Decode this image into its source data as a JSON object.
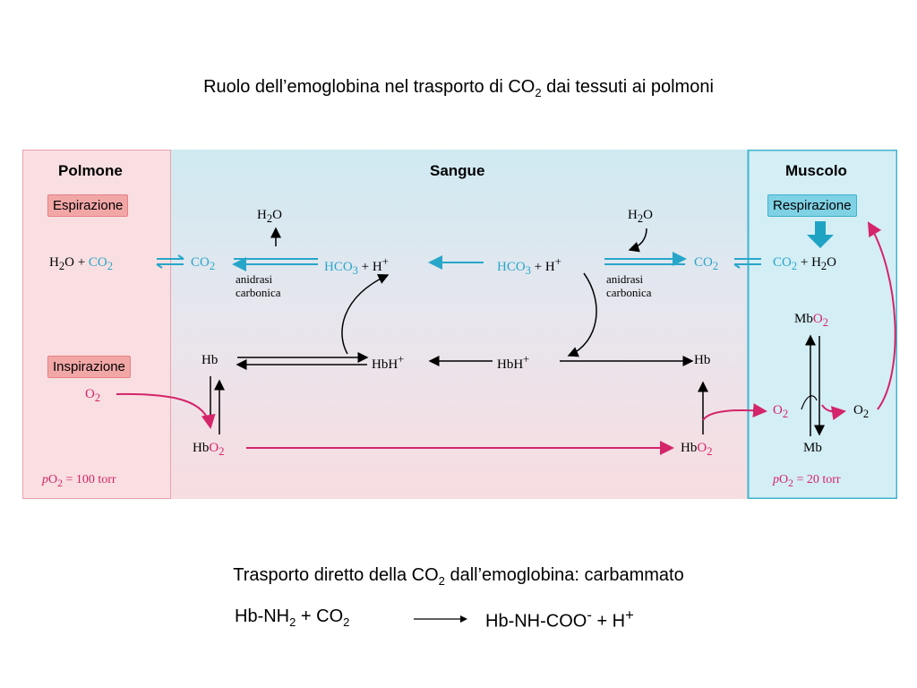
{
  "title": {
    "text": "Ruolo dell’emoglobina nel trasporto di CO",
    "sub": "2",
    "tail": " dai tessuti ai polmoni"
  },
  "sections": {
    "lung": "Polmone",
    "blood": "Sangue",
    "muscle": "Muscolo"
  },
  "boxes": {
    "expiration": "Espirazione",
    "inspiration": "Inspirazione",
    "respiration": "Respirazione"
  },
  "enzyme": {
    "left": "anidrasi carbonica",
    "right": "anidrasi carbonica"
  },
  "species": {
    "h2o": "H",
    "two": "2",
    "o": "O",
    "co2": "CO",
    "plus": "+",
    "hco3": "HCO",
    "three": "3",
    "h_plus": "H",
    "plus_sup": "+",
    "hb": "Hb",
    "hbh": "HbH",
    "hbo2_hb": "Hb",
    "hbo2_o": "O",
    "o2": "O",
    "mbo2_mb": "Mb",
    "mb": "Mb"
  },
  "pressures": {
    "lung": {
      "p": "p",
      "o": "O",
      "sub": "2",
      "rest": " = 100 torr"
    },
    "muscle": {
      "p": "p",
      "o": "O",
      "sub": "2",
      "rest": " = 20 torr"
    }
  },
  "caption": {
    "text": "Trasporto diretto della CO",
    "sub": "2",
    "tail": " dall’emoglobina: carbammato"
  },
  "equation": {
    "left": "Hb-NH",
    "left_sub": "2",
    "left_tail": " + CO",
    "left_sub2": "2",
    "right": "Hb-NH-COO",
    "right_sup": "-",
    "right_tail": " + H",
    "right_sup2": "+"
  },
  "colors": {
    "lung_bg": "#f9dfe1",
    "blood_bg_top": "#d6eef4",
    "blood_bg_bottom": "#f8dfe2",
    "muscle_bg": "#d7f0f6",
    "cyan": "#28a6c9",
    "magenta": "#d4246a"
  }
}
